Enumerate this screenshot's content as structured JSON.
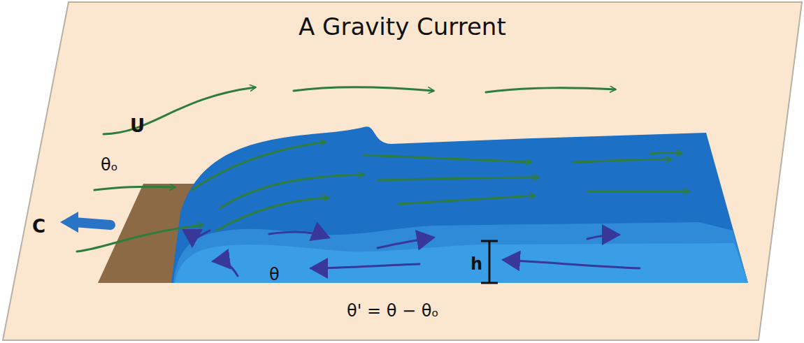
{
  "diagram": {
    "title": "A Gravity Current",
    "labels": [
      "U",
      "θₒ",
      "C",
      "θ",
      "h",
      "θ' = θ − θₒ"
    ]
  }
}
